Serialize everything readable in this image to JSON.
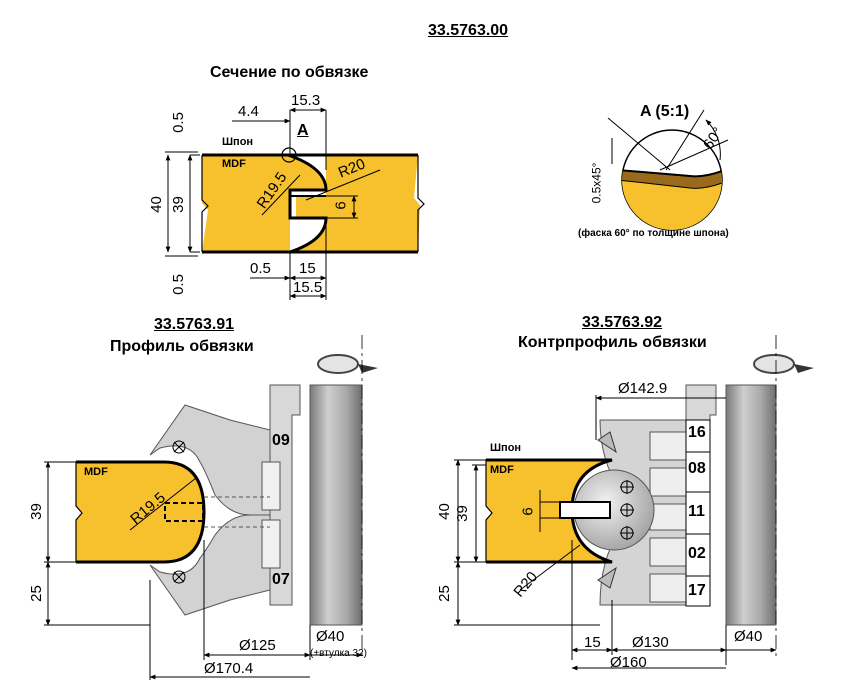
{
  "main_title": "33.5763.00",
  "section": {
    "title": "Сечение по обвязке",
    "dims": {
      "top_left": "0.5",
      "top_left2": "4.4",
      "top_right": "15.3",
      "detail_mark": "A",
      "veneer": "Шпон",
      "mdf": "MDF",
      "r_outer": "R20",
      "r_inner": "R19.5",
      "groove": "6",
      "h40": "40",
      "h39": "39",
      "bottom_left": "0.5",
      "bottom_mid": "15",
      "bottom_full": "15.5",
      "bottom_side": "0.5"
    }
  },
  "detail": {
    "title": "A (5:1)",
    "angle": "60°",
    "chamfer": "0.5x45°",
    "note": "(фаска 60° по толщине шпона)"
  },
  "profile": {
    "code": "33.5763.91",
    "title": "Профиль обвязки",
    "mdf": "MDF",
    "radius": "R19.5",
    "h39": "39",
    "h25": "25",
    "knife_top": "09",
    "knife_bottom": "07",
    "d125": "Ø125",
    "d170": "Ø170.4",
    "d40": "Ø40",
    "sleeve": "(+втулка 32)"
  },
  "counter": {
    "code": "33.5763.92",
    "title": "Контрпрофиль обвязки",
    "veneer": "Шпон",
    "mdf": "MDF",
    "d142": "Ø142.9",
    "groove": "6",
    "radius": "R20",
    "h40": "40",
    "h39": "39",
    "h25": "25",
    "knives": [
      "16",
      "08",
      "11",
      "02",
      "17"
    ],
    "d15": "15",
    "d130": "Ø130",
    "d160": "Ø160",
    "d40": "Ø40"
  },
  "colors": {
    "mdf": "#f7c12e",
    "veneer": "#9a6a1c",
    "tool": "#d8d8d8",
    "tool_dark": "#8c8c8c"
  }
}
